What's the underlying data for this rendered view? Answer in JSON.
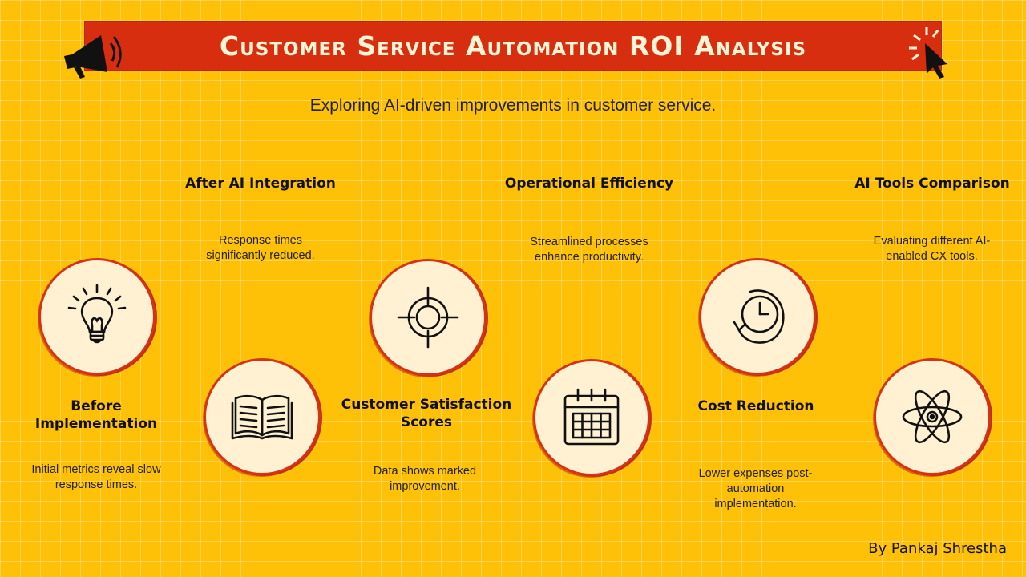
{
  "header": {
    "title": "Customer Service Automation ROI Analysis",
    "subtitle": "Exploring AI-driven improvements in customer service."
  },
  "steps": [
    {
      "title": "Before Implementation",
      "description": "Initial metrics reveal slow response times.",
      "icon": "lightbulb-icon"
    },
    {
      "title": "After AI Integration",
      "description": "Response times significantly reduced.",
      "icon": "open-book-icon"
    },
    {
      "title": "Customer Satisfaction Scores",
      "description": "Data shows marked improvement.",
      "icon": "target-icon"
    },
    {
      "title": "Operational Efficiency",
      "description": "Streamlined processes enhance productivity.",
      "icon": "calendar-icon"
    },
    {
      "title": "Cost Reduction",
      "description": "Lower expenses post-automation implementation.",
      "icon": "clock-icon"
    },
    {
      "title": "AI Tools Comparison",
      "description": "Evaluating different AI-enabled CX tools.",
      "icon": "atom-icon"
    }
  ],
  "footer": {
    "byline": "By Pankaj Shrestha"
  },
  "colors": {
    "background": "#FFC107",
    "banner": "#D62E0E",
    "circle_fill": "#FFF1D2",
    "circle_border": "#D33414"
  }
}
